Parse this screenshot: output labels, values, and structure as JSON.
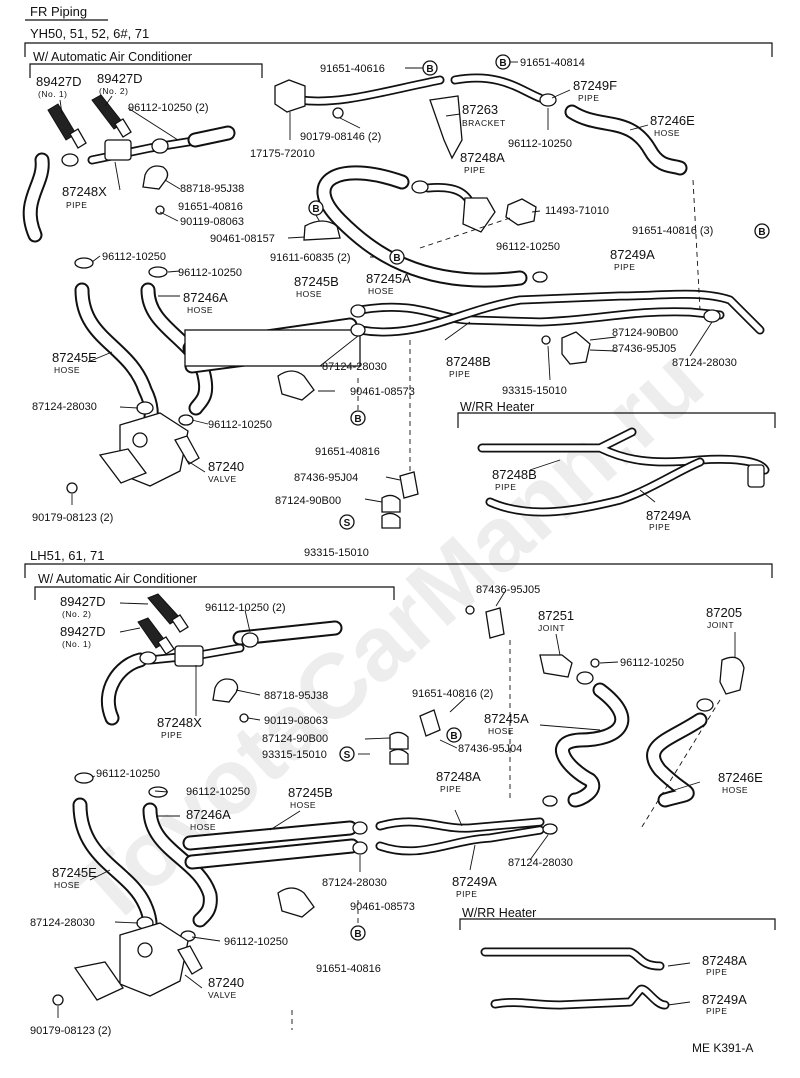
{
  "header": {
    "title": "FR Piping",
    "models_top": "YH50, 51, 52, 6#, 71",
    "models_bottom": "LH51, 61, 71",
    "sub_top": "W/ Automatic Air Conditioner",
    "sub_bottom": "W/ Automatic Air Conditioner",
    "rr_top": "W/RR Heater",
    "rr_bottom": "W/RR Heater",
    "page_ref": "ME  K391-A"
  },
  "watermark": "ToyotaCarMann.ru",
  "symbols": {
    "b": "B",
    "s": "S"
  },
  "top": {
    "p89427D_1": "89427D",
    "p89427D_1_sub": "(No. 1)",
    "p89427D_2": "89427D",
    "p89427D_2_sub": "(No. 2)",
    "c96112_10250_2": "96112-10250 (2)",
    "p87248X": "87248X",
    "p87248X_sub": "PIPE",
    "p88718": "88718-95J38",
    "p91651_40816_a": "91651-40816",
    "p90119": "90119-08063",
    "p90461_08157": "90461-08157",
    "p91611": "91611-60835 (2)",
    "c96112_a": "96112-10250",
    "c96112_b": "96112-10250",
    "p87245B": "87245B",
    "p87245B_sub": "HOSE",
    "p87245A": "87245A",
    "p87245A_sub": "HOSE",
    "p87246A": "87246A",
    "p87246A_sub": "HOSE",
    "p87245E": "87245E",
    "p87245E_sub": "HOSE",
    "p87124_28030_a": "87124-28030",
    "p87124_28030_b": "87124-28030",
    "c96112_c": "96112-10250",
    "p87240": "87240",
    "p87240_sub": "VALVE",
    "p90179_08123": "90179-08123 (2)",
    "p91651_40616": "91651-40616",
    "p91651_40814": "91651-40814",
    "p87249F": "87249F",
    "p87249F_sub": "PIPE",
    "p87263": "87263",
    "p87263_sub": "BRACKET",
    "p90179_08146": "90179-08146 (2)",
    "p17175": "17175-72010",
    "c96112_d": "96112-10250",
    "p87246E": "87246E",
    "p87246E_sub": "HOSE",
    "p87248A": "87248A",
    "p87248A_sub": "PIPE",
    "p11493": "11493-71010",
    "p91651_40816_3": "91651-40816 (3)",
    "c96112_e": "96112-10250",
    "p87249A": "87249A",
    "p87249A_sub": "PIPE",
    "p87124_90B00": "87124-90B00",
    "p87436_95J05": "87436-95J05",
    "p87124_28030_c": "87124-28030",
    "p87248B": "87248B",
    "p87248B_sub": "PIPE",
    "p93315": "93315-15010",
    "p90461_08573": "90461-08573",
    "p91651_40816_b": "91651-40816",
    "p87436_95J04": "87436-95J04",
    "p87124_90B00_b": "87124-90B00",
    "p93315_b": "93315-15010",
    "rr_87248B": "87248B",
    "rr_87248B_sub": "PIPE",
    "rr_87249A": "87249A",
    "rr_87249A_sub": "PIPE"
  },
  "bottom": {
    "p89427D_2": "89427D",
    "p89427D_2_sub": "(No. 2)",
    "p89427D_1": "89427D",
    "p89427D_1_sub": "(No. 1)",
    "c96112_10250_2": "96112-10250 (2)",
    "p88718": "88718-95J38",
    "p87248X": "87248X",
    "p87248X_sub": "PIPE",
    "p90119": "90119-08063",
    "p87436_95J05": "87436-95J05",
    "p87251": "87251",
    "p87251_sub": "JOINT",
    "c96112_a": "96112-10250",
    "p87205": "87205",
    "p87205_sub": "JOINT",
    "p91651_40816_2": "91651-40816 (2)",
    "p87245A": "87245A",
    "p87245A_sub": "HOSE",
    "p87124_90B00": "87124-90B00",
    "p93315": "93315-15010",
    "p87436_95J04": "87436-95J04",
    "c96112_b": "96112-10250",
    "c96112_c": "96112-10250",
    "p87245B": "87245B",
    "p87245B_sub": "HOSE",
    "p87246A": "87246A",
    "p87246A_sub": "HOSE",
    "p87248A": "87248A",
    "p87248A_sub": "PIPE",
    "p87246E": "87246E",
    "p87246E_sub": "HOSE",
    "p87245E": "87245E",
    "p87245E_sub": "HOSE",
    "p87124_28030_a": "87124-28030",
    "p87124_28030_b": "87124-28030",
    "p87249A": "87249A",
    "p87249A_sub": "PIPE",
    "p87124_28030_c": "87124-28030",
    "c96112_d": "96112-10250",
    "p90461_08573": "90461-08573",
    "p91651_40816": "91651-40816",
    "p87240": "87240",
    "p87240_sub": "VALVE",
    "p90179_08123": "90179-08123 (2)",
    "rr_87248A": "87248A",
    "rr_87248A_sub": "PIPE",
    "rr_87249A": "87249A",
    "rr_87249A_sub": "PIPE"
  }
}
